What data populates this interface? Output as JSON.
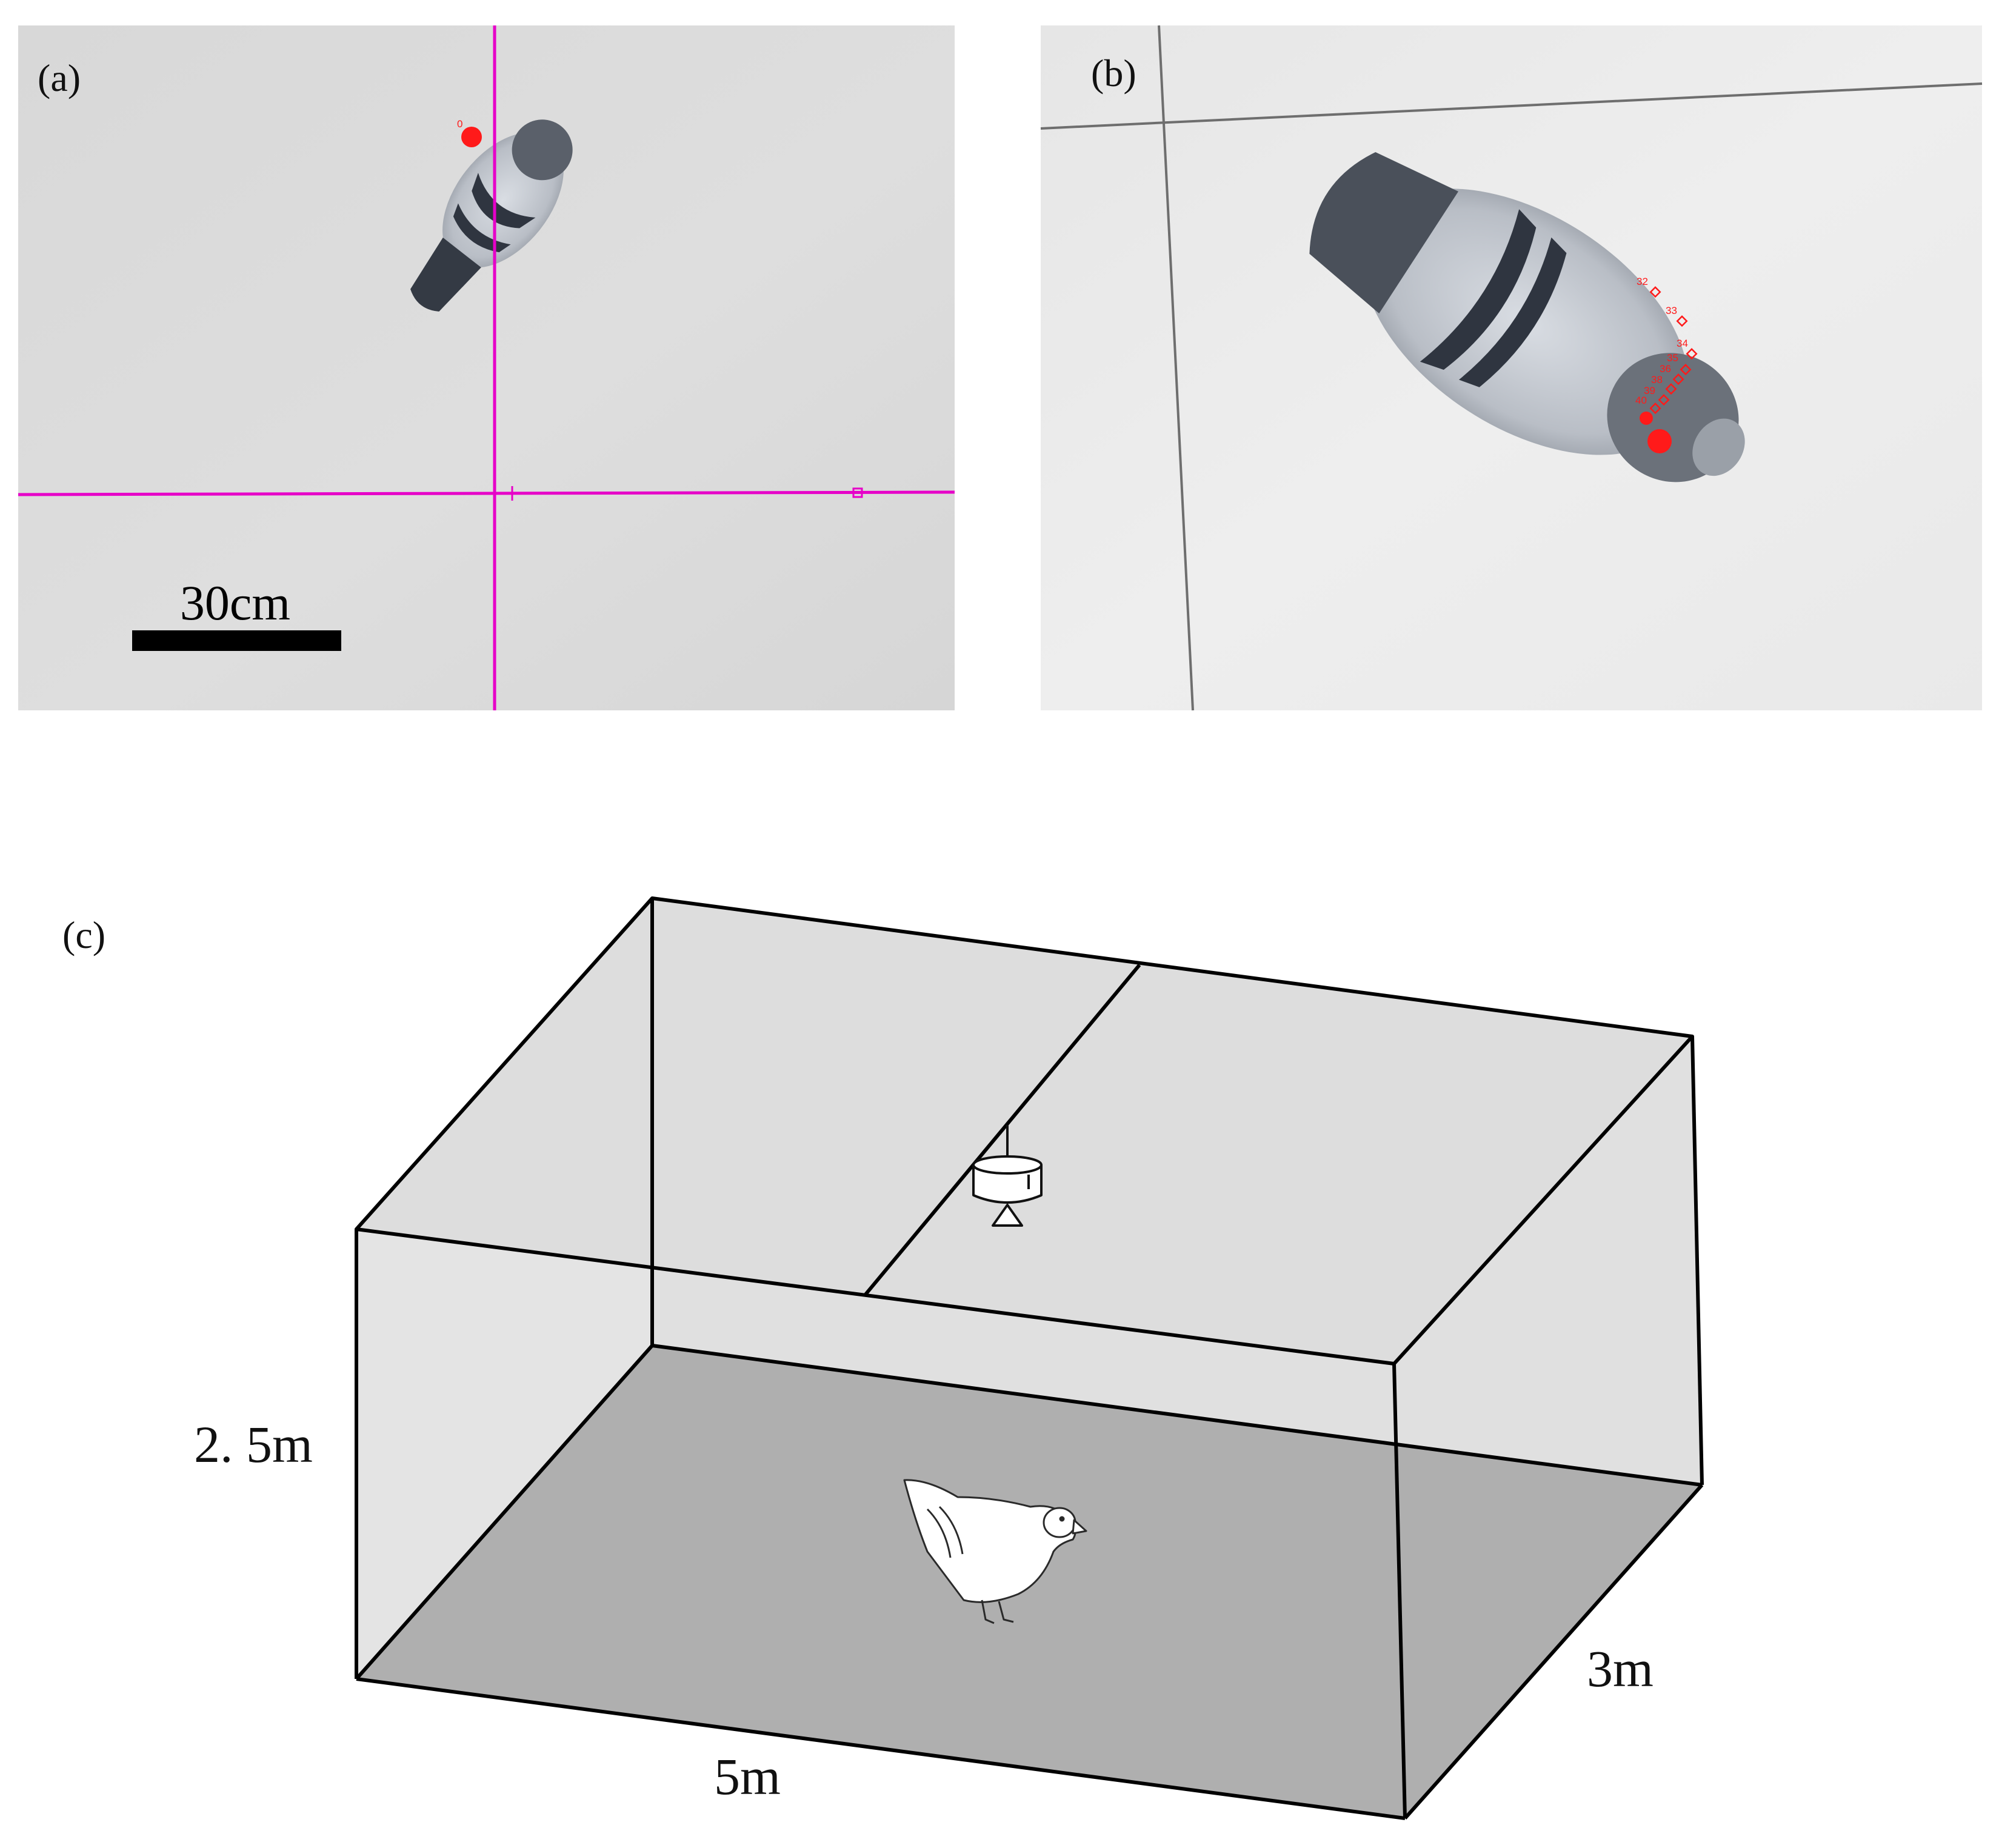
{
  "colors": {
    "photo_background": "#dcdcdc",
    "crosshair": "#e600c8",
    "tracking_marker": "#ff1a1a",
    "room_wall": "#dddddd",
    "room_floor": "#9d9d9d",
    "edge": "#000000",
    "bird_outline": "#2a2a2a"
  },
  "panel_a": {
    "label": "(a)",
    "scale_bar_label": "30cm",
    "track_start_label": "0"
  },
  "panel_b": {
    "label": "(b)",
    "track_labels": [
      "32",
      "33",
      "34",
      "35",
      "36",
      "38",
      "39",
      "40"
    ]
  },
  "panel_c": {
    "label": "(c)",
    "height_label": "2. 5m",
    "length_label": "5m",
    "depth_label": "3m",
    "icons": [
      "ceiling-camera-icon",
      "pigeon-drawing-icon"
    ]
  }
}
